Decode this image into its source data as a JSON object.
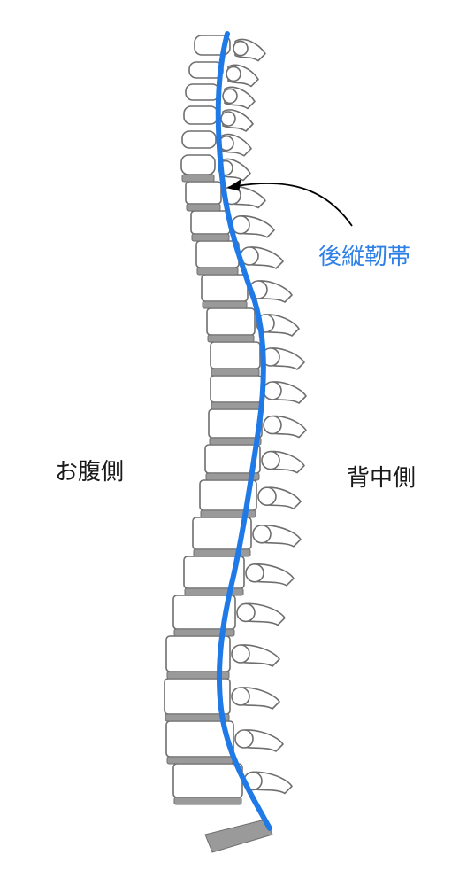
{
  "labels": {
    "ligament": "後縦靭帯",
    "front_side": "お腹側",
    "back_side": "背中側"
  },
  "colors": {
    "ligament_line": "#1f7ae8",
    "bone_stroke": "#6e6e6e",
    "bone_fill": "#ffffff",
    "disc_fill": "#9a9a9a",
    "arrow": "#000000"
  }
}
